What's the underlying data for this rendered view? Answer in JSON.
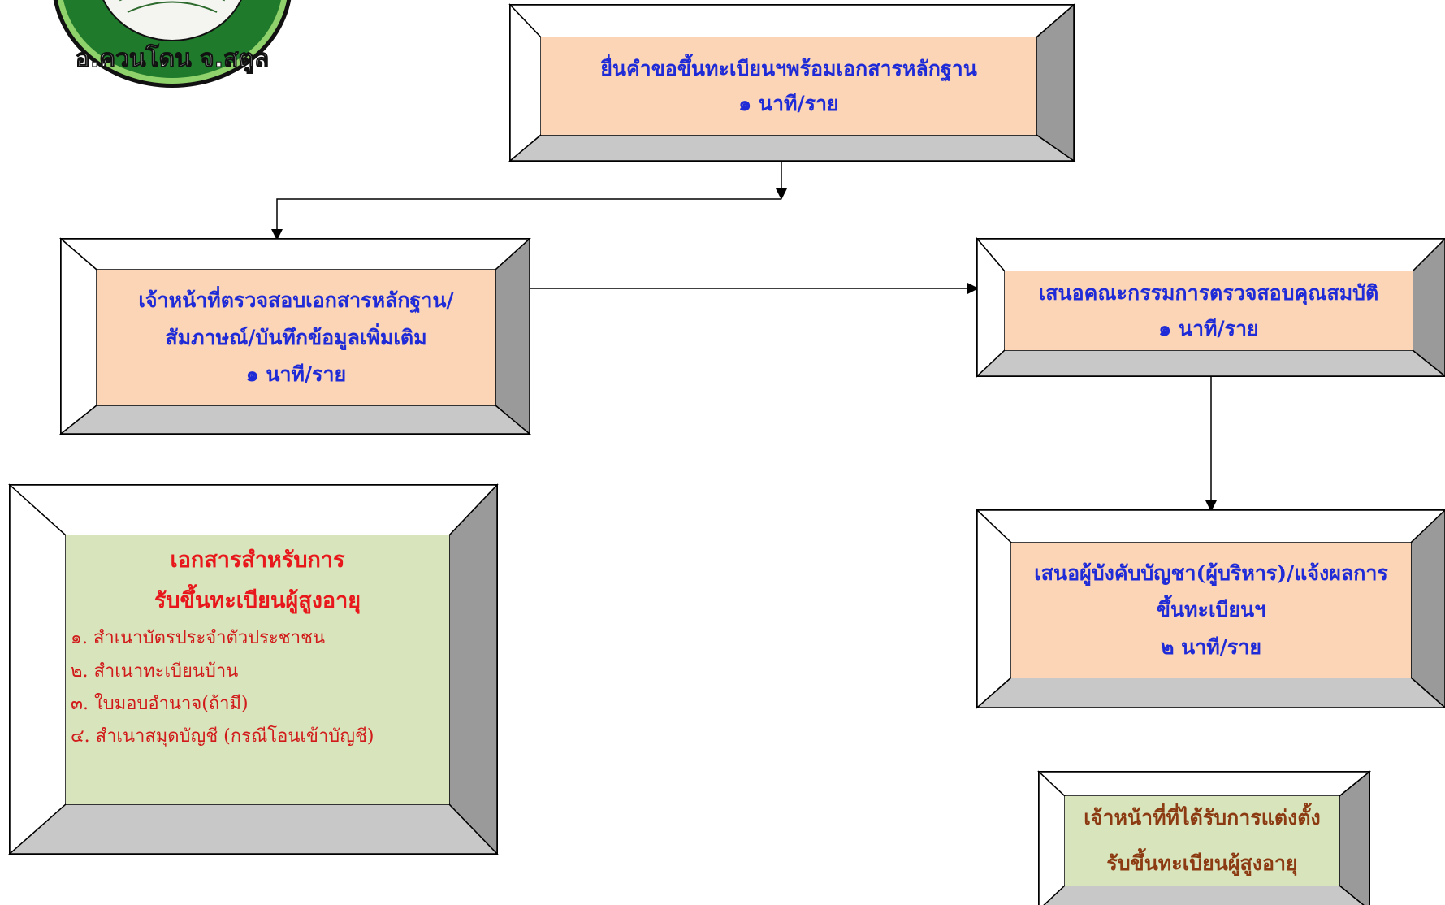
{
  "logo": {
    "text": "อ.ควนโดน จ.สตูล"
  },
  "boxes": {
    "submit": {
      "line1": "ยื่นคำขอขึ้นทะเบียนฯพร้อมเอกสารหลักฐาน",
      "line2": "๑ นาที/ราย"
    },
    "verify": {
      "line1": "เจ้าหน้าที่ตรวจสอบเอกสารหลักฐาน/",
      "line2": "สัมภาษณ์/บันทึกข้อมูลเพิ่มเติม",
      "line3": "๑ นาที/ราย"
    },
    "committee": {
      "line1": "เสนอคณะกรรมการตรวจสอบคุณสมบัติ",
      "line2": "๑ นาที/ราย"
    },
    "approve": {
      "line1": "เสนอผู้บังคับบัญชา(ผู้บริหาร)/แจ้งผลการ",
      "line2": "ขึ้นทะเบียนฯ",
      "line3": "๒ นาที/ราย"
    },
    "documents": {
      "title1": "เอกสารสำหรับการ",
      "title2": "รับขึ้นทะเบียนผู้สูงอายุ",
      "items": [
        "๑.  สำเนาบัตรประจำตัวประชาชน",
        "๒.  สำเนาทะเบียนบ้าน",
        "๓.  ใบมอบอำนาจ(ถ้ามี)",
        "๔. สำเนาสมุดบัญชี (กรณีโอนเข้าบัญชี)"
      ]
    },
    "officer": {
      "line1": "เจ้าหน้าที่ที่ได้รับการแต่งตั้ง",
      "line2": "รับขึ้นทะเบียนผู้สูงอายุ"
    }
  },
  "colors": {
    "peach_fill": "#fbd5b5",
    "green_fill": "#d8e4bc",
    "blue_text": "#1f2bd6",
    "red_text": "#e8171b",
    "brown_text": "#8b3a12",
    "logo_green": "#2e8b2e"
  }
}
